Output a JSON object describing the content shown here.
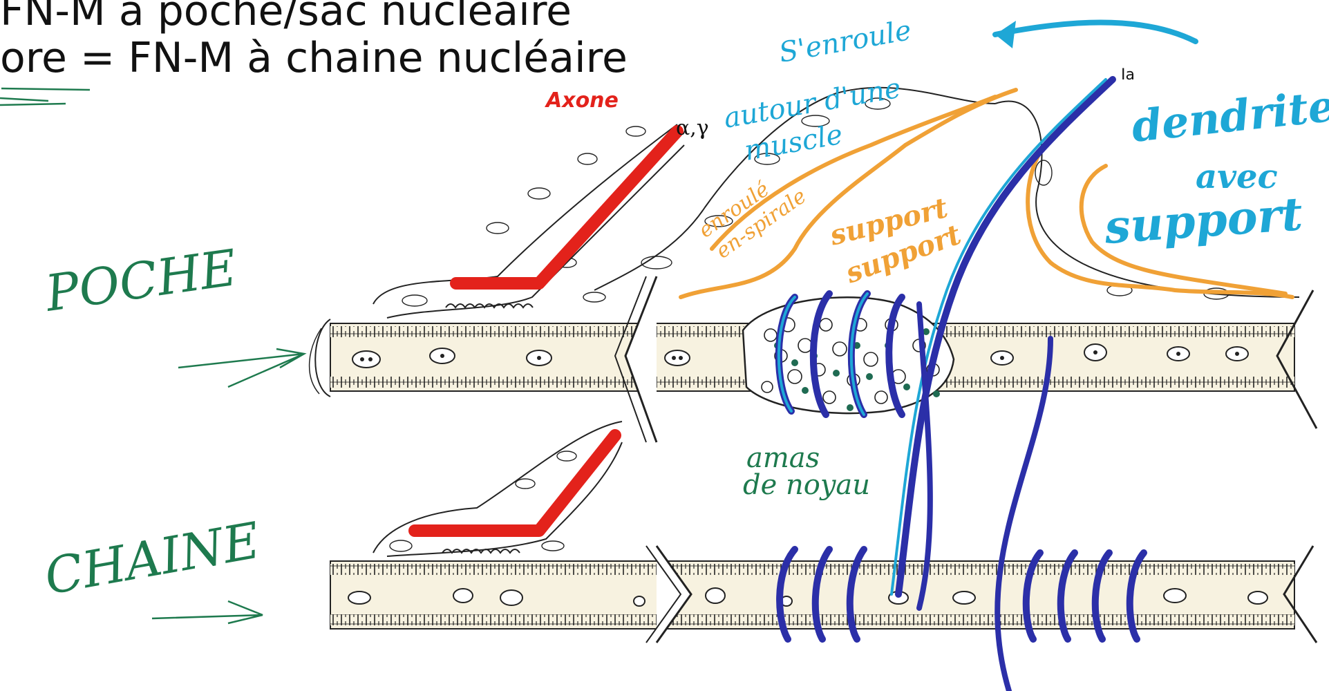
{
  "heading": {
    "line1": "FN-M à poche/sac nucléaire",
    "line2": "ore = FN-M à chaine nucléaire"
  },
  "labels": {
    "axone": "Axone",
    "alpha_gamma": "α,γ",
    "ia": "Ia"
  },
  "annotations": {
    "poche": "POCHE",
    "chaine": "CHAINE",
    "senroule_1": "S'enroule",
    "senroule_2": "autour d'une",
    "senroule_3": "muscle",
    "enroule_1": "enroulé",
    "enroule_2": "en-spirale",
    "support_1": "support",
    "support_2": "support",
    "dendrite_1": "dendrite",
    "dendrite_2": "avec",
    "dendrite_3": "support",
    "amas_1": "amas",
    "amas_2": "de noyau"
  },
  "colors": {
    "axon": "#e3221b",
    "sensory_dark": "#2b2fa8",
    "sensory_light": "#1ea7d6",
    "support": "#f0a136",
    "handwriting": "#1e7a4e",
    "nuclei": "#1f6b52",
    "fiber_fill": "#f7f2e0"
  }
}
